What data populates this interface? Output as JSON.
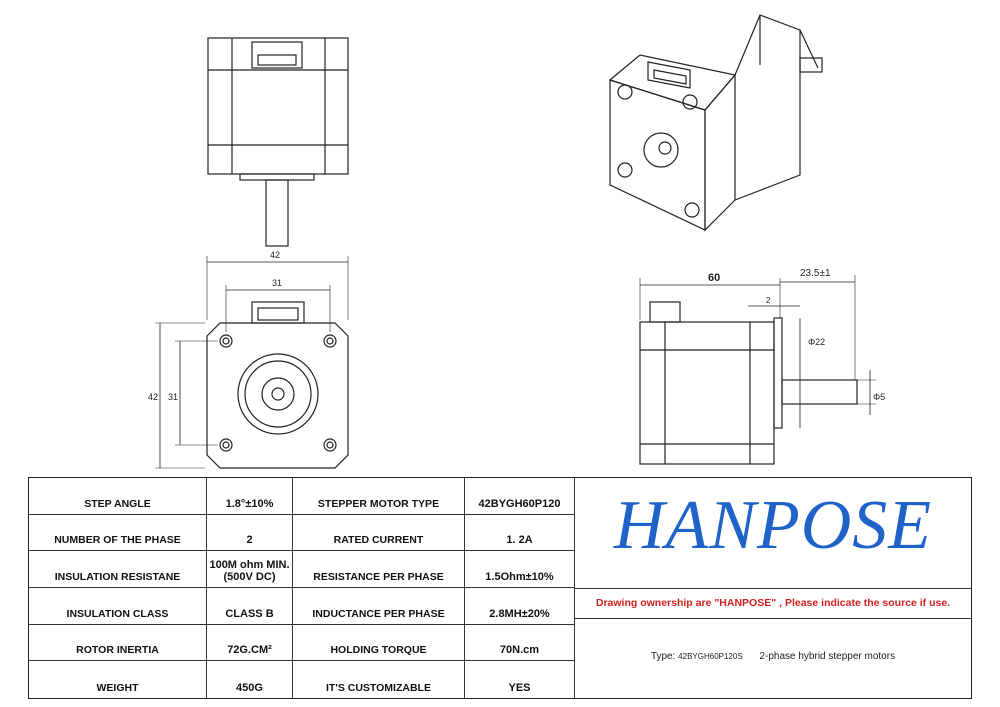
{
  "dimensions": {
    "width_42": "42",
    "hole_31": "31",
    "height_42": "42",
    "height_31": "31",
    "length_60": "60",
    "shaft_23_5": "23.5±1",
    "collar_2": "2",
    "dia_22": "Φ22",
    "dia_5": "Φ5"
  },
  "specs": {
    "rows": [
      {
        "label": "STEP ANGLE",
        "value": "1.8°±10%",
        "label2": "STEPPER MOTOR TYPE",
        "value2": "42BYGH60P120"
      },
      {
        "label": "NUMBER OF THE PHASE",
        "value": "2",
        "label2": "RATED CURRENT",
        "value2": "1. 2A"
      },
      {
        "label": "INSULATION RESISTANE",
        "value": "100M ohm MIN. (500V DC)",
        "label2": "RESISTANCE PER PHASE",
        "value2": "1.5Ohm±10%"
      },
      {
        "label": "INSULATION CLASS",
        "value": "CLASS B",
        "label2": "INDUCTANCE PER PHASE",
        "value2": "2.8MH±20%"
      },
      {
        "label": "ROTOR INERTIA",
        "value": "72G.CM²",
        "label2": "HOLDING TORQUE",
        "value2": "70N.cm"
      },
      {
        "label": "WEIGHT",
        "value": "450G",
        "label2": "IT'S CUSTOMIZABLE",
        "value2": "YES"
      }
    ]
  },
  "brand": {
    "name": "HANPOSE",
    "color": "#1f63c9",
    "notice": "Drawing ownership are \"HANPOSE\" , Please indicate the source if use.",
    "notice_color": "#d02020",
    "type_label": "Type:",
    "type_model": "42BYGH60P120S",
    "type_desc": "2-phase hybrid stepper motors"
  }
}
